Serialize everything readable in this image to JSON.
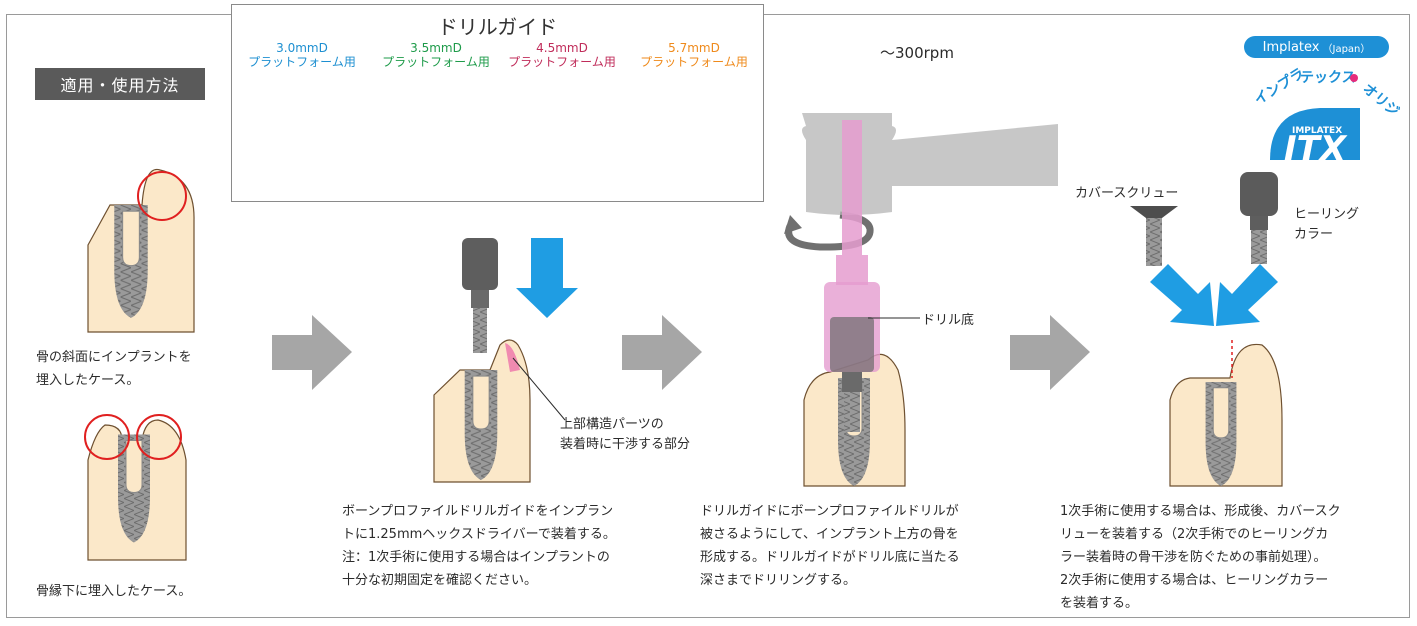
{
  "section_tag": "適用・使用方法",
  "drill_guide": {
    "title": "ドリルガイド",
    "platforms": [
      {
        "size": "3.0mmD",
        "label": "プラットフォーム用",
        "color": "#1d8fd1"
      },
      {
        "size": "3.5mmD",
        "label": "プラットフォーム用",
        "color": "#1e9b4a"
      },
      {
        "size": "4.5mmD",
        "label": "プラットフォーム用",
        "color": "#c02c5a"
      },
      {
        "size": "5.7mmD",
        "label": "プラットフォーム用",
        "color": "#ef8a1b"
      }
    ]
  },
  "cases": {
    "slope_case": [
      "骨の斜面にインプラントを",
      "埋入したケース。"
    ],
    "subcrestal_case": "骨縁下に埋入したケース。"
  },
  "step1": {
    "interference_label": [
      "上部構造パーツの",
      "装着時に干渉する部分"
    ],
    "description": [
      "ボーンプロファイルドリルガイドをインプラン",
      "トに1.25mmヘックスドライバーで装着する。",
      "注：1次手術に使用する場合はインプラントの",
      "十分な初期固定を確認ください。"
    ]
  },
  "step2": {
    "rpm": "～300rpm",
    "drill_bottom_label": "ドリル底",
    "description": [
      "ドリルガイドにボーンプロファイルドリルが",
      "被さるようにして、インプラント上方の骨を",
      "形成する。ドリルガイドがドリル底に当たる",
      "深さまでドリリングする。"
    ]
  },
  "step3": {
    "cover_screw_label": "カバースクリュー",
    "healing_collar_label": [
      "ヒーリング",
      "カラー"
    ],
    "description": [
      "1次手術に使用する場合は、形成後、カバースク",
      "リューを装着する（2次手術でのヒーリングカ",
      "ラー装着時の骨干渉を防ぐための事前処理）。",
      "2次手術に使用する場合は、ヒーリングカラー",
      "を装着する。"
    ]
  },
  "brand": {
    "name": "Implatex",
    "country": "（Japan）",
    "katakana": "インプラテックス●オリジナル",
    "logo_small": "IMPLATEX",
    "logo_big": "ITX"
  },
  "colors": {
    "bone": "#fbe8c9",
    "bone_stroke": "#6e5030",
    "arrow_gray": "#a6a6a6",
    "arrow_blue": "#1f9de3",
    "circle_red": "#e02020",
    "drill_pink": "#e59ccf",
    "brand_blue": "#1e90d6"
  }
}
